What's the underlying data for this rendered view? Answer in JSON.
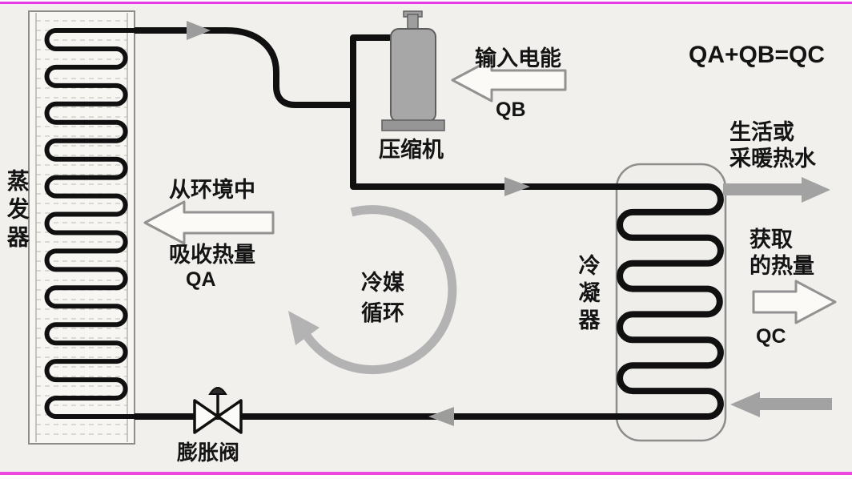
{
  "equation": "QA+QB=QC",
  "components": {
    "evaporator": "蒸发器",
    "compressor": "压缩机",
    "condenser": "冷凝器",
    "expansion_valve": "膨胀阀"
  },
  "flows": {
    "electric_input": {
      "label": "输入电能",
      "symbol": "QB"
    },
    "absorbed_heat": {
      "label_top": "从环境中",
      "label_bottom": "吸收热量",
      "symbol": "QA"
    },
    "output_heat": {
      "label": "获取\n的热量",
      "symbol": "QC"
    },
    "hot_water": {
      "label": "生活或\n采暖热水"
    },
    "refrigerant_cycle": {
      "label": "冷媒\n循环"
    }
  },
  "colors": {
    "background": "#f1f0ec",
    "pipe": "#101010",
    "gray_arrow": "#a2a2a2",
    "outline_arrow_stroke": "#929292",
    "accent_border": "#e83be8"
  }
}
